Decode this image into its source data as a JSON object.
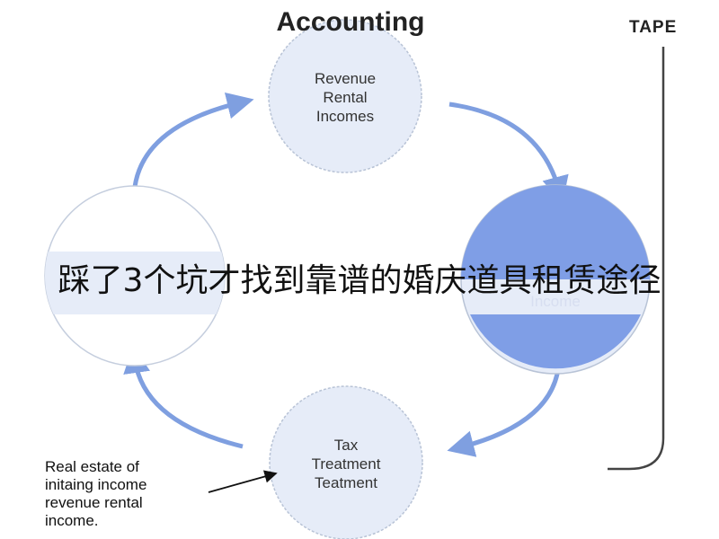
{
  "title": "Accounting",
  "tape_label": "TAPE",
  "nodes": {
    "top": {
      "lines": [
        "Revenue",
        "Rental",
        "Incomes"
      ]
    },
    "right": {
      "lines": [
        "Income"
      ]
    },
    "bottom": {
      "lines": [
        "Tax",
        "Treatment",
        "Teatment"
      ]
    },
    "left": {
      "lines": []
    }
  },
  "annotation": {
    "lines": [
      "Real estate of",
      "initaing income",
      "revenue rental",
      "income."
    ]
  },
  "banner": "踩了3个坑才找到靠谱的婚庆道具租赁途径",
  "colors": {
    "node_fill": "#e6ecf8",
    "node_fill_strong": "#7f9ee6",
    "node_border": "#b8c3d6",
    "arrow": "#7f9fe0",
    "tape_line": "#444444"
  }
}
